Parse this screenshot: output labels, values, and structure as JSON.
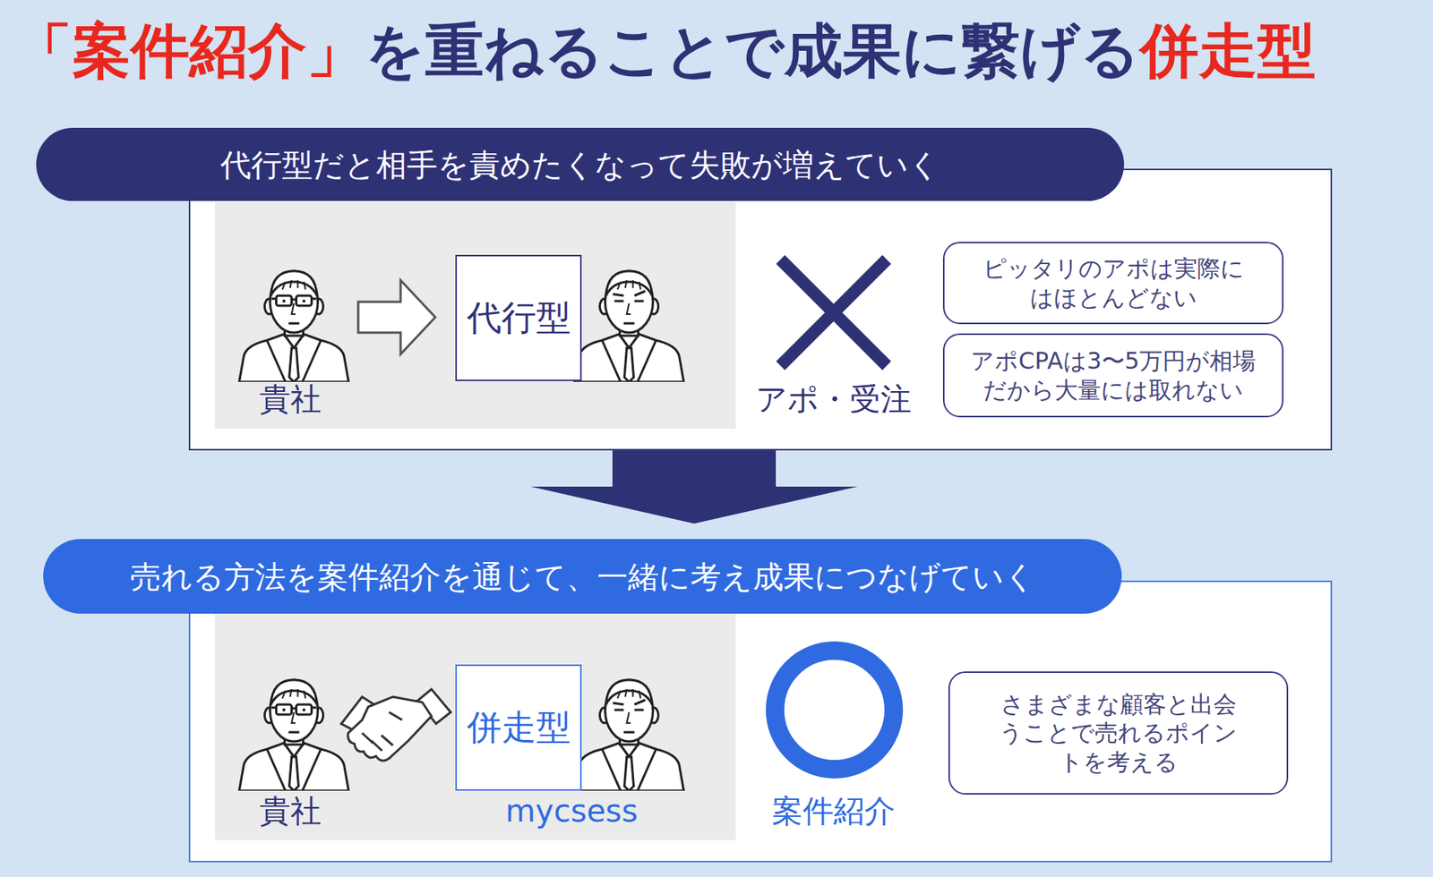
{
  "diagram": {
    "title": "「案件紹介」を重ねることで成果に繋げる併走型",
    "nodes": [
      {
        "text": [
          "代行型だと相手を責めたくなって失敗が増えていく"
        ]
      },
      {
        "text": [
          "代行型"
        ],
        "in": 0
      },
      {
        "text": [
          "ピッタリのアポは実際にはほとんどない"
        ],
        "in": 0
      },
      {
        "text": [
          "アポCPAは3〜5万円が相場だから大量には取れない"
        ],
        "in": 0
      },
      {
        "text": [
          "売れる方法を案件紹介を通じて、一緒に考え成果につなげていく"
        ]
      },
      {
        "text": [
          "併走型"
        ],
        "in": 4
      },
      {
        "text": [
          "さまざまな顧客と出会うことで売れるポイントを考える"
        ],
        "in": 4
      }
    ],
    "edges": [
      {
        "from": 0,
        "to": 4,
        "arrow": "to"
      }
    ],
    "labels": [
      "貴社",
      "アポ・受注",
      "貴社",
      "mycsess",
      "案件紹介"
    ]
  }
}
